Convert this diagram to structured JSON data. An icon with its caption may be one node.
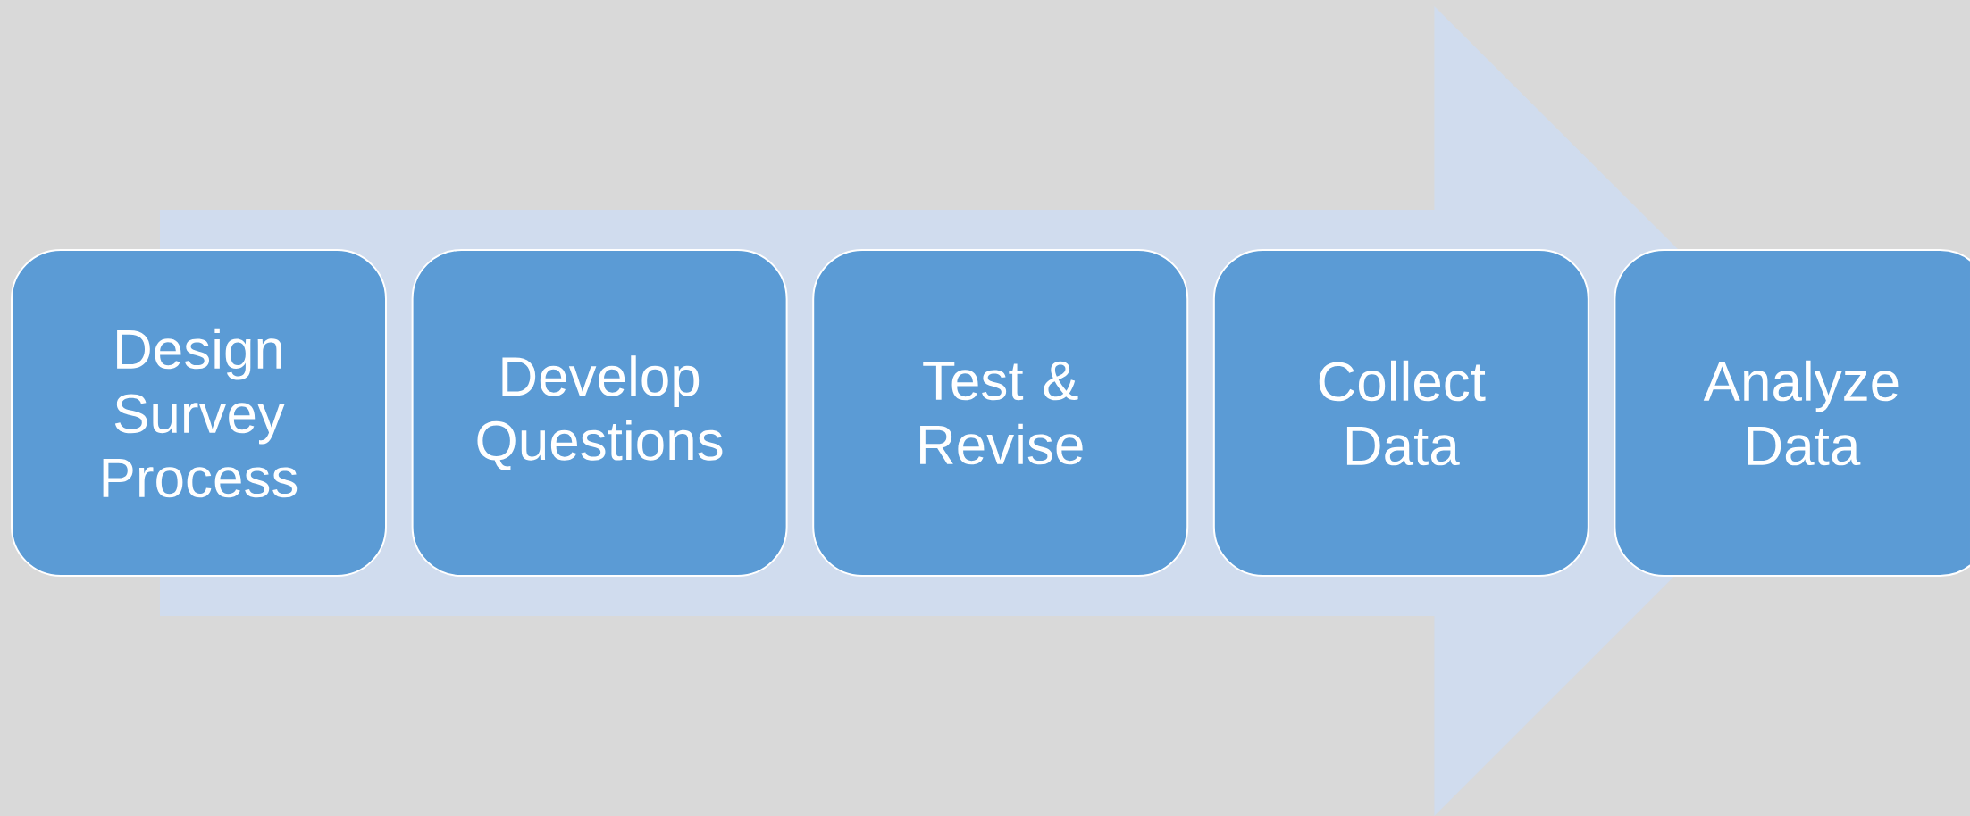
{
  "diagram": {
    "nodes": [
      {
        "text": [
          "Design Survey Process"
        ]
      },
      {
        "text": [
          "Develop Questions"
        ]
      },
      {
        "text": [
          "Test & Revise"
        ]
      },
      {
        "text": [
          "Collect Data"
        ]
      },
      {
        "text": [
          "Analyze Data"
        ]
      }
    ],
    "edges": [
      {
        "from": 0,
        "to": 4,
        "arrow": "to"
      }
    ]
  }
}
